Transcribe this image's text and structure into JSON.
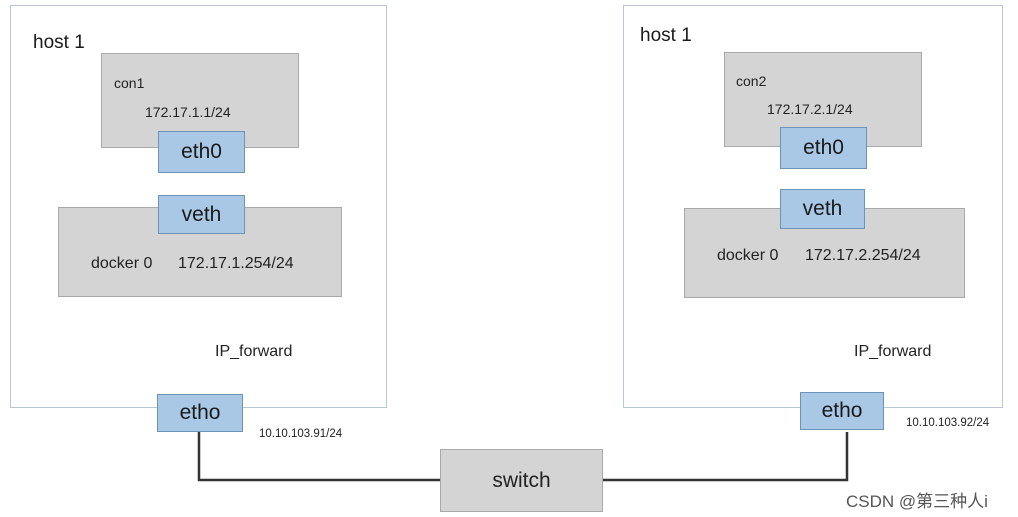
{
  "host1": {
    "label": "host 1",
    "container": {
      "name": "con1",
      "ip": "172.17.1.1/24",
      "iface": "eth0"
    },
    "veth": "veth",
    "bridge": {
      "name": "docker 0",
      "ip": "172.17.1.254/24"
    },
    "forward_label": "IP_forward",
    "nic": "etho",
    "nic_ip": "10.10.103.91/24"
  },
  "host2": {
    "label": "host 1",
    "container": {
      "name": "con2",
      "ip": "172.17.2.1/24",
      "iface": "eth0"
    },
    "veth": "veth",
    "bridge": {
      "name": "docker 0",
      "ip": "172.17.2.254/24"
    },
    "forward_label": "IP_forward",
    "nic": "etho",
    "nic_ip": "10.10.103.92/24"
  },
  "switch_label": "switch",
  "watermark": "CSDN @第三种人i"
}
